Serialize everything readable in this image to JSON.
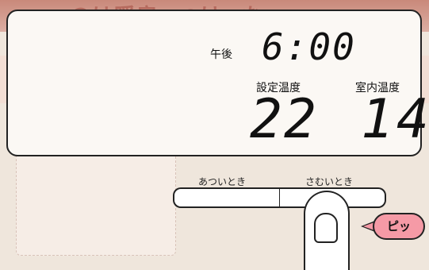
{
  "background": {
    "top_text": "〜のは暖房○つけ○な〜",
    "mid_text": "",
    "bottom_text": ""
  },
  "display": {
    "ampm": "午後",
    "clock": "6:00",
    "set_temp_label": "設定温度",
    "set_temp": "22",
    "room_temp_label": "室内温度",
    "room_temp": "14"
  },
  "buttons": {
    "hot_label": "あついとき",
    "cold_label": "さむいとき"
  },
  "sound_bubble": "ピッ",
  "colors": {
    "bubble": "#f59aa6",
    "lcd_bg": "#fbf8f4",
    "page_bg": "#efe6dc"
  }
}
